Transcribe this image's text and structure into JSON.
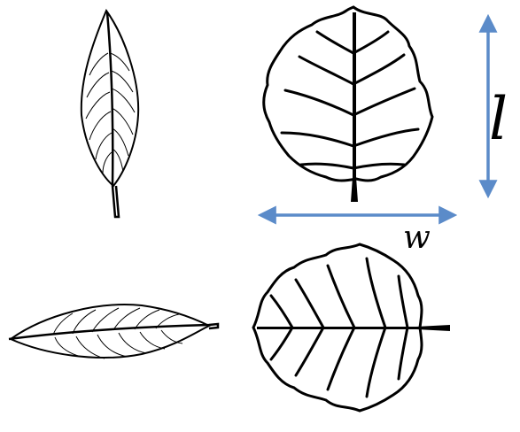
{
  "labels": {
    "length": "l",
    "width": "w"
  },
  "colors": {
    "arrow": "#5b8bc9",
    "ink": "#000000",
    "leaf_fill": "#ffffff"
  },
  "figures": [
    {
      "name": "narrow-leaf-vertical",
      "orientation": "vertical"
    },
    {
      "name": "aspen-leaf-vertical",
      "orientation": "vertical"
    },
    {
      "name": "narrow-leaf-horizontal",
      "orientation": "horizontal"
    },
    {
      "name": "aspen-leaf-horizontal",
      "orientation": "horizontal"
    }
  ]
}
